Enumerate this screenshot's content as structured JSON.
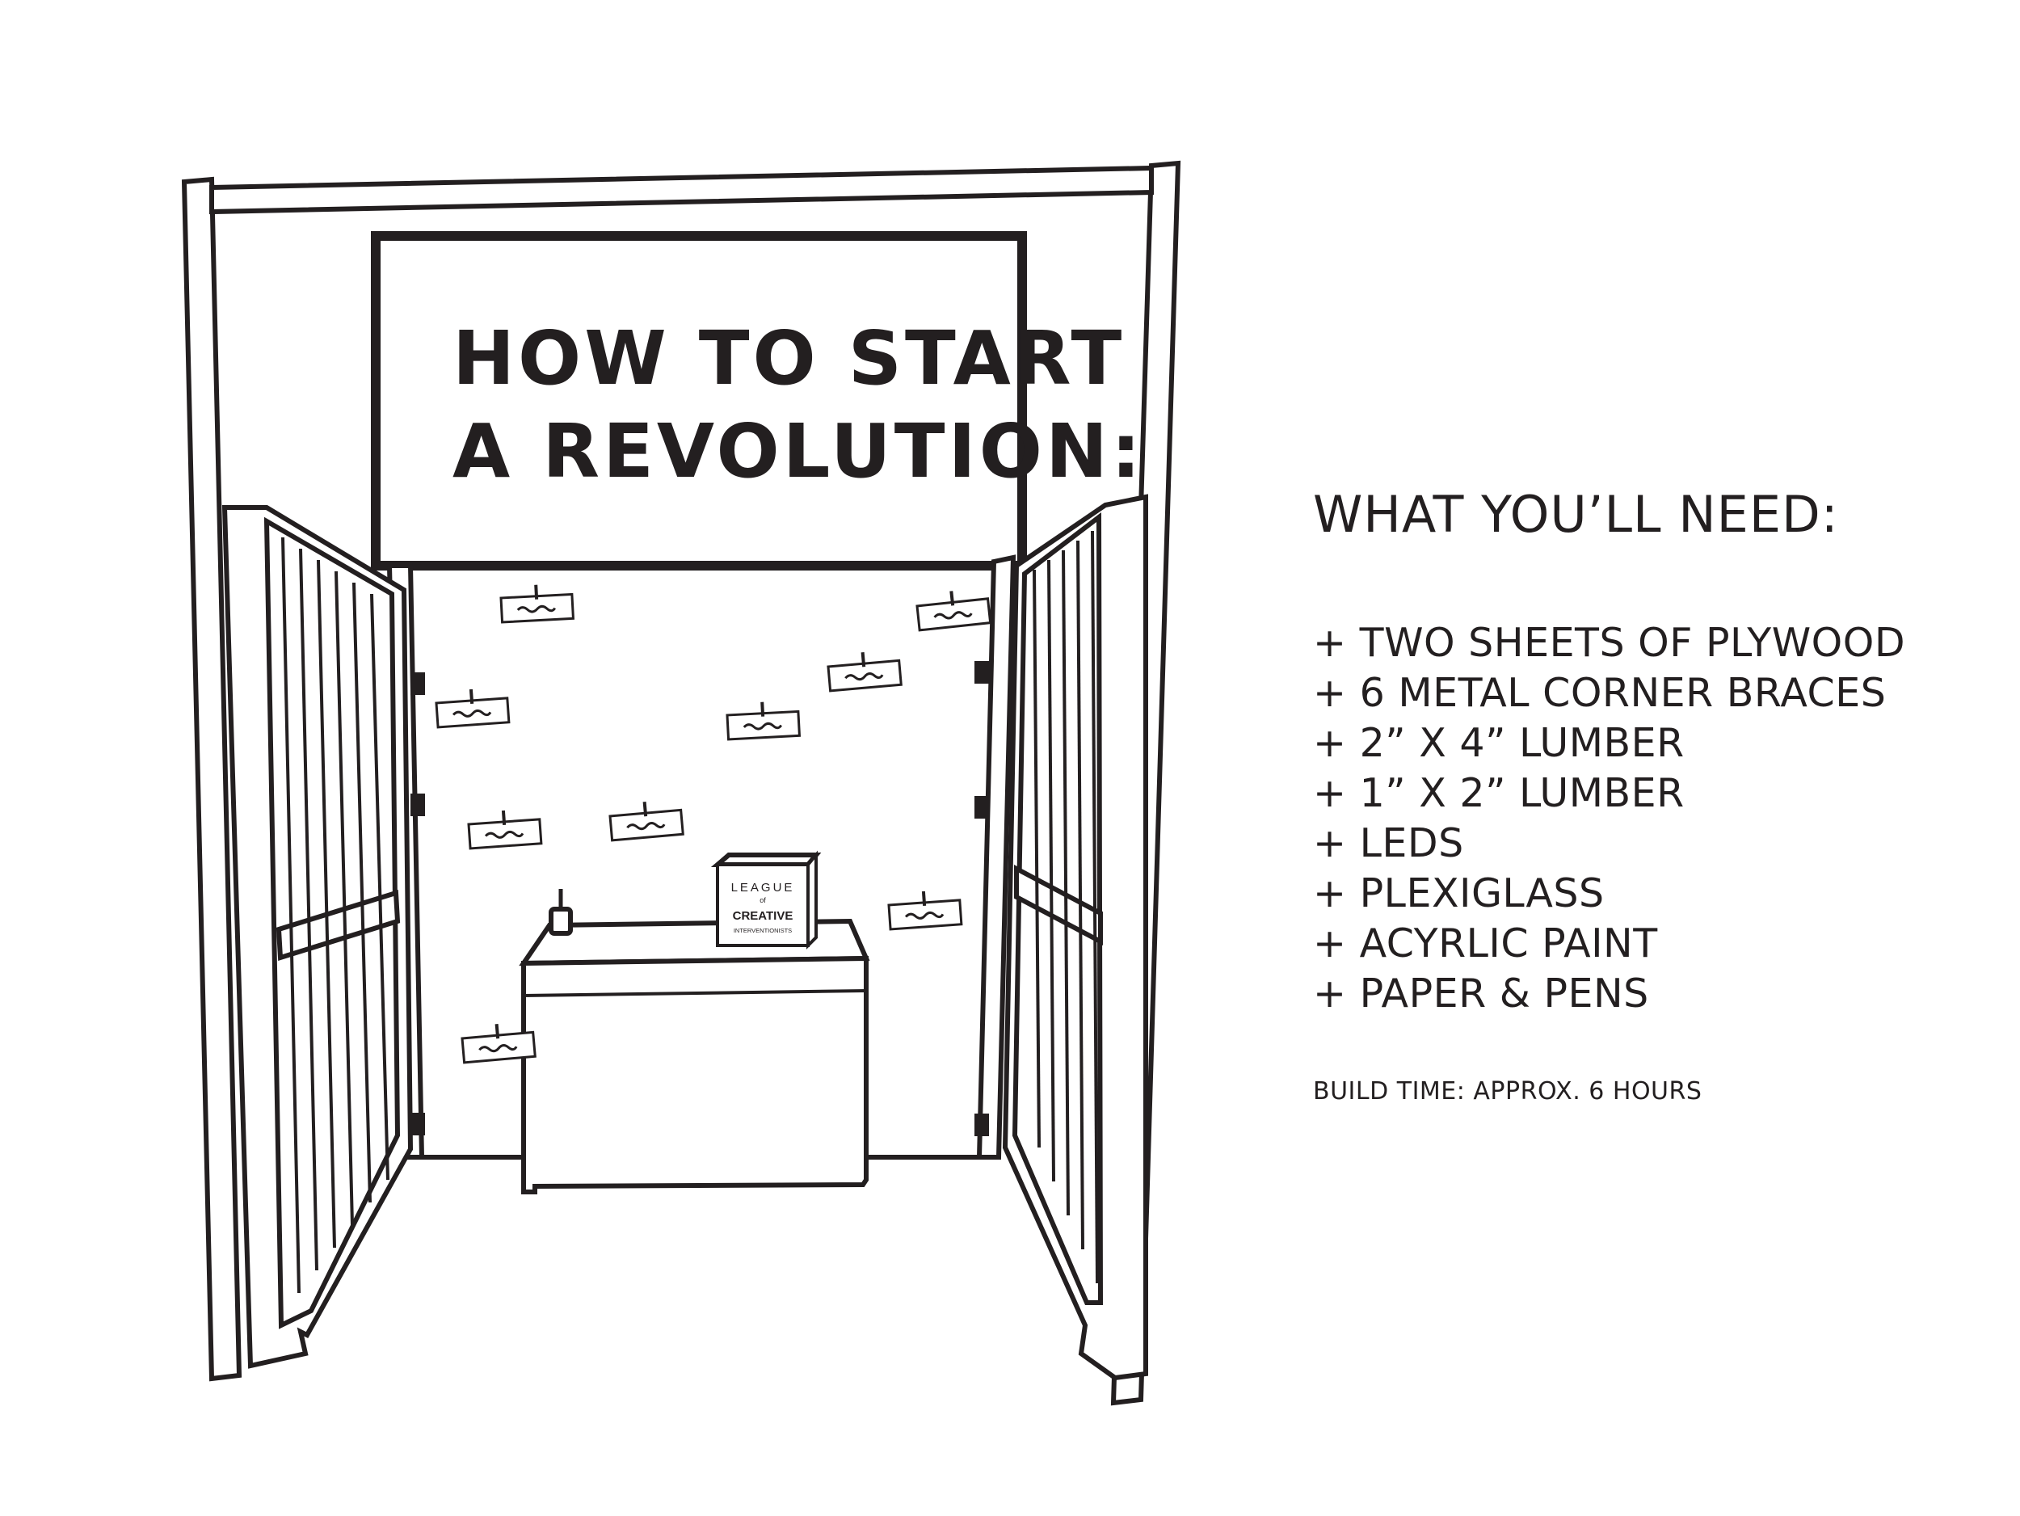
{
  "booth": {
    "sign_line_1": "HOW TO START",
    "sign_line_2": "A REVOLUTION:",
    "box_label": {
      "line_1": "LEAGUE",
      "line_2": "of",
      "line_3": "CREATIVE",
      "line_4": "INTERVENTIONISTS"
    }
  },
  "panel": {
    "heading": "WHAT YOU’LL NEED:",
    "items": [
      "+ TWO SHEETS OF PLYWOOD",
      "+ 6 METAL CORNER BRACES",
      "+ 2” X 4” LUMBER",
      "+ 1” X 2” LUMBER",
      "+ LEDS",
      "+ PLEXIGLASS",
      "+ ACYRLIC PAINT",
      "+ PAPER & PENS"
    ],
    "build_time": "BUILD TIME: APPROX. 6 HOURS"
  },
  "colors": {
    "ink": "#231f20",
    "paper": "#ffffff"
  }
}
